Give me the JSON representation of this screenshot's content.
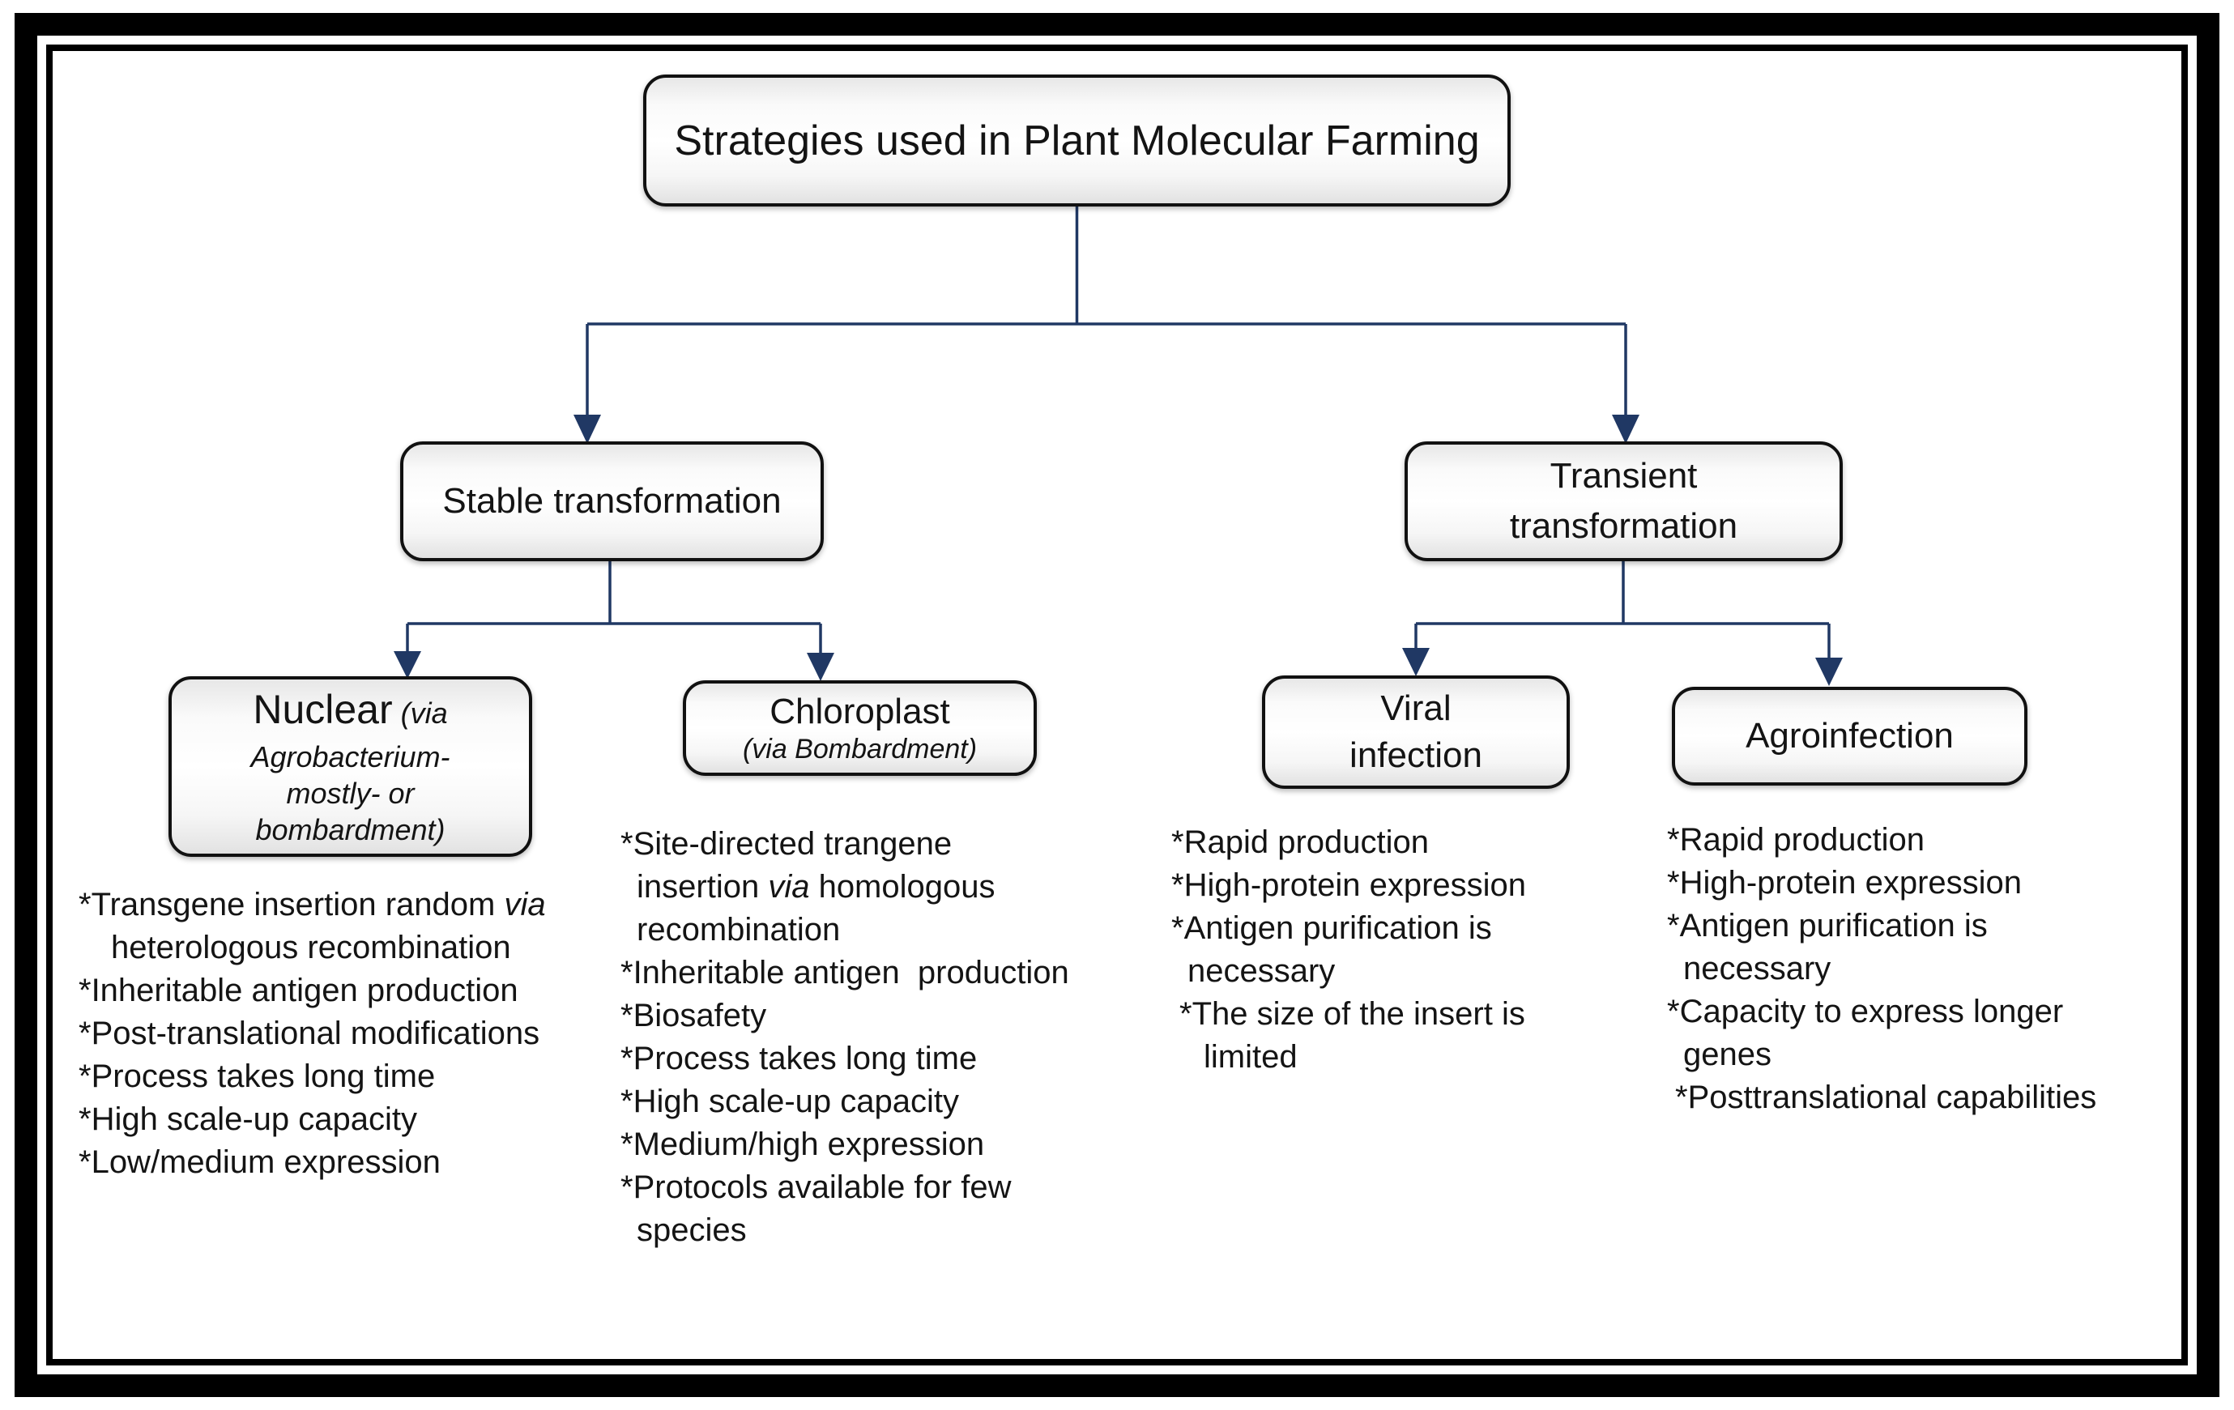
{
  "colors": {
    "connector": "#203864",
    "box_border": "#111111",
    "text": "#141414"
  },
  "boxes": {
    "root": {
      "label": "Strategies used in Plant Molecular Farming"
    },
    "stable": {
      "label": "Stable transformation"
    },
    "transient": {
      "label": "Transient transformation"
    },
    "nuclear": {
      "title": "Nuclear",
      "subtitle_inline": "(via",
      "subtitle_rest": "Agrobacterium- mostly- or bombardment)"
    },
    "chloroplast": {
      "title": "Chloroplast",
      "subtitle": "(via Bombardment)"
    },
    "viral": {
      "label": "Viral infection"
    },
    "agro": {
      "label": "Agroinfection"
    }
  },
  "lists": {
    "nuclear": [
      {
        "ind": 0,
        "seg": [
          [
            "*Transgene insertion random ",
            0
          ],
          [
            "via",
            1
          ]
        ]
      },
      {
        "ind": 1,
        "seg": [
          [
            "heterologous recombination",
            0
          ]
        ]
      },
      {
        "ind": 0,
        "seg": [
          [
            "*Inheritable antigen production",
            0
          ]
        ]
      },
      {
        "ind": 0,
        "seg": [
          [
            "*Post-translational modifications",
            0
          ]
        ]
      },
      {
        "ind": 0,
        "seg": [
          [
            "*Process takes long time",
            0
          ]
        ]
      },
      {
        "ind": 0,
        "seg": [
          [
            "*High scale-up capacity",
            0
          ]
        ]
      },
      {
        "ind": 0,
        "seg": [
          [
            "*Low/medium expression",
            0
          ]
        ]
      }
    ],
    "chloroplast": [
      {
        "ind": 0,
        "seg": [
          [
            "*Site-directed trangene",
            0
          ]
        ]
      },
      {
        "ind": 0.5,
        "seg": [
          [
            "insertion ",
            0
          ],
          [
            "via",
            1
          ],
          [
            " homologous",
            0
          ]
        ]
      },
      {
        "ind": 0.5,
        "seg": [
          [
            "recombination",
            0
          ]
        ]
      },
      {
        "ind": 0,
        "seg": [
          [
            "*Inheritable antigen  production",
            0
          ]
        ]
      },
      {
        "ind": 0,
        "seg": [
          [
            "*Biosafety",
            0
          ]
        ]
      },
      {
        "ind": 0,
        "seg": [
          [
            "*Process takes long time",
            0
          ]
        ]
      },
      {
        "ind": 0,
        "seg": [
          [
            "*High scale-up capacity",
            0
          ]
        ]
      },
      {
        "ind": 0,
        "seg": [
          [
            "*Medium/high expression",
            0
          ]
        ]
      },
      {
        "ind": 0,
        "seg": [
          [
            "*Protocols available for few",
            0
          ]
        ]
      },
      {
        "ind": 0.5,
        "seg": [
          [
            "species",
            0
          ]
        ]
      }
    ],
    "viral": [
      {
        "ind": 0,
        "seg": [
          [
            "*Rapid production",
            0
          ]
        ]
      },
      {
        "ind": 0,
        "seg": [
          [
            "*High-protein expression",
            0
          ]
        ]
      },
      {
        "ind": 0,
        "seg": [
          [
            "*Antigen purification is",
            0
          ]
        ]
      },
      {
        "ind": 0.5,
        "seg": [
          [
            "necessary",
            0
          ]
        ]
      },
      {
        "ind": 0.25,
        "seg": [
          [
            "*The size of the insert is",
            0
          ]
        ]
      },
      {
        "ind": 1,
        "seg": [
          [
            "limited",
            0
          ]
        ]
      }
    ],
    "agro": [
      {
        "ind": 0,
        "seg": [
          [
            "*Rapid production",
            0
          ]
        ]
      },
      {
        "ind": 0,
        "seg": [
          [
            "*High-protein expression",
            0
          ]
        ]
      },
      {
        "ind": 0,
        "seg": [
          [
            "*Antigen purification is",
            0
          ]
        ]
      },
      {
        "ind": 0.5,
        "seg": [
          [
            "necessary",
            0
          ]
        ]
      },
      {
        "ind": 0,
        "seg": [
          [
            "*Capacity to express longer",
            0
          ]
        ]
      },
      {
        "ind": 0.5,
        "seg": [
          [
            "genes",
            0
          ]
        ]
      },
      {
        "ind": 0.25,
        "seg": [
          [
            "*Posttranslational capabilities",
            0
          ]
        ]
      }
    ]
  }
}
